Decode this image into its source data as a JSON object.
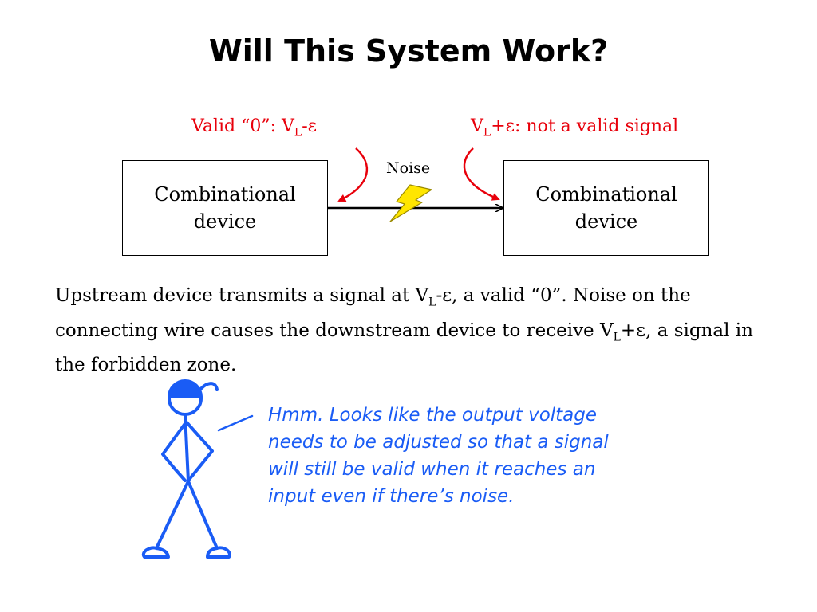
{
  "title": "Will This System Work?",
  "labels": {
    "valid_zero": {
      "prefix": "Valid “0”: V",
      "sub": "L",
      "suffix": "-ε"
    },
    "invalid": {
      "prefix": "V",
      "sub": "L",
      "suffix": "+ε: not a valid signal"
    },
    "noise": "Noise"
  },
  "devices": {
    "upstream": {
      "line1": "Combinational",
      "line2": "device"
    },
    "downstream": {
      "line1": "Combinational",
      "line2": "device"
    }
  },
  "paragraph": {
    "part1": "Upstream device transmits a signal at V",
    "sub1": "L",
    "part2": "-ε, a valid “0”.  Noise on the connecting wire causes the downstream device to receive V",
    "sub2": "L",
    "part3": "+ε, a signal in the forbidden zone."
  },
  "speech_lines": [
    "Hmm.  Looks like the output voltage",
    "needs to be adjusted so that a signal",
    "will still be valid when it reaches an",
    "input even if there’s noise."
  ],
  "colors": {
    "annotation": "#e8000b",
    "speech": "#1a5cf5",
    "lightning_fill": "#ffe600",
    "lightning_stroke": "#9a8a00"
  },
  "icons": {
    "noise": "lightning-bolt-icon",
    "character": "stick-figure-icon"
  }
}
